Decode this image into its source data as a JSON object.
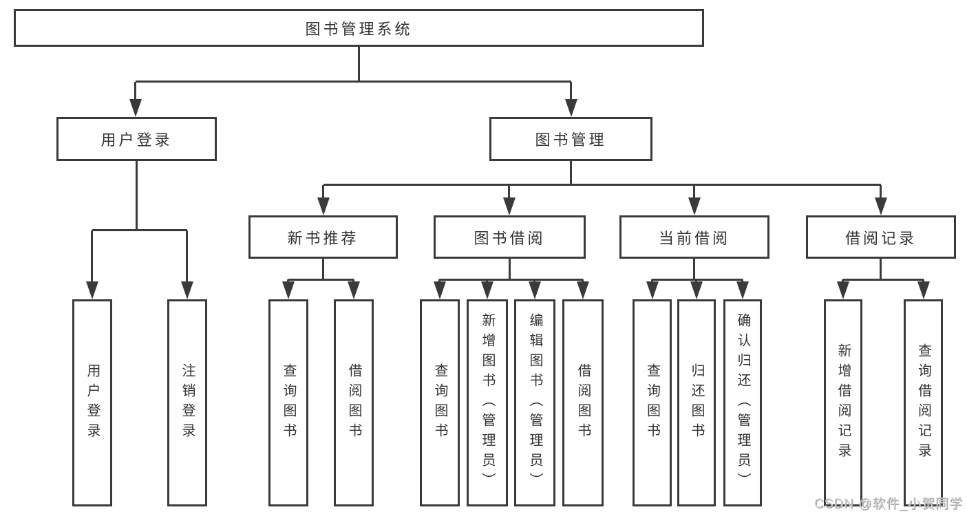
{
  "diagram": {
    "type": "hierarchy-tree",
    "colors": {
      "line": "#3a3a3a",
      "text": "#333333",
      "background": "#ffffff",
      "watermark": "#cccccc"
    },
    "nodes": {
      "root": {
        "label": "图书管理系统"
      },
      "level2": [
        {
          "id": "user-login",
          "label": "用户登录",
          "parent": "root"
        },
        {
          "id": "book-management",
          "label": "图书管理",
          "parent": "root"
        }
      ],
      "level3": [
        {
          "id": "new-book-recommend",
          "label": "新书推荐",
          "parent": "book-management"
        },
        {
          "id": "book-borrow",
          "label": "图书借阅",
          "parent": "book-management"
        },
        {
          "id": "current-borrow",
          "label": "当前借阅",
          "parent": "book-management"
        },
        {
          "id": "borrow-records",
          "label": "借阅记录",
          "parent": "book-management"
        }
      ],
      "leaves": [
        {
          "id": "user-login-leaf",
          "label": "用户登录",
          "parent": "user-login"
        },
        {
          "id": "logout",
          "label": "注销登录",
          "parent": "user-login"
        },
        {
          "id": "query-books-1",
          "label": "查询图书",
          "parent": "new-book-recommend"
        },
        {
          "id": "borrow-book-1",
          "label": "借阅图书",
          "parent": "new-book-recommend"
        },
        {
          "id": "query-books-2",
          "label": "查询图书",
          "parent": "book-borrow"
        },
        {
          "id": "add-book-admin",
          "label": "新增图书（管理员）",
          "parent": "book-borrow"
        },
        {
          "id": "edit-book-admin",
          "label": "编辑图书（管理员）",
          "parent": "book-borrow"
        },
        {
          "id": "borrow-book-2",
          "label": "借阅图书",
          "parent": "book-borrow"
        },
        {
          "id": "query-books-3",
          "label": "查询图书",
          "parent": "current-borrow"
        },
        {
          "id": "return-book",
          "label": "归还图书",
          "parent": "current-borrow"
        },
        {
          "id": "confirm-return-admin",
          "label": "确认归还（管理员）",
          "parent": "current-borrow"
        },
        {
          "id": "add-borrow-record",
          "label": "新增借阅记录",
          "parent": "borrow-records"
        },
        {
          "id": "query-borrow-record",
          "label": "查询借阅记录",
          "parent": "borrow-records"
        }
      ]
    }
  },
  "watermark": {
    "text": "CSDN @软件_小贺同学"
  }
}
